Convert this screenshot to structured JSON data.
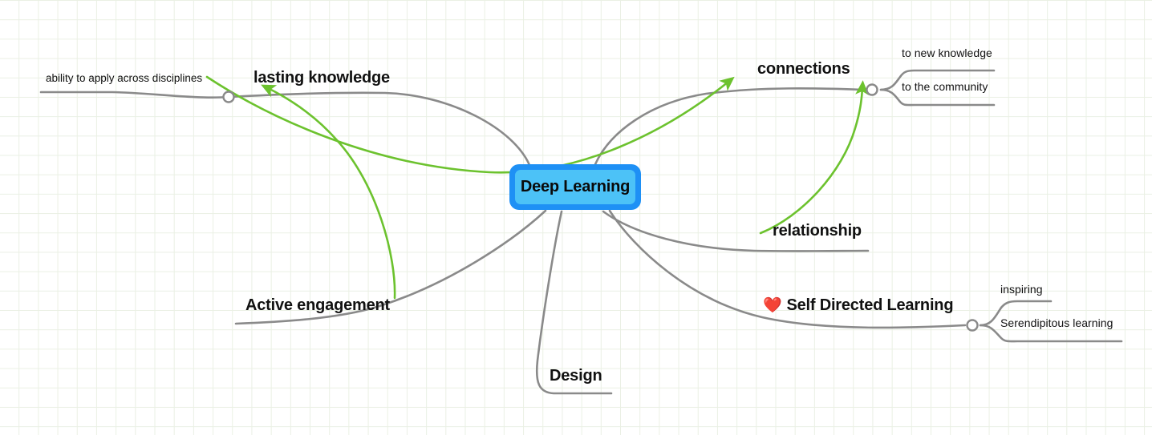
{
  "root": {
    "label": "Deep Learning",
    "fill_color": "#4cc2f7",
    "border_color": "#1e90f5"
  },
  "canvas": {
    "grid_color": "#eaf0e4",
    "background_color": "#ffffff",
    "branch_color": "#8a8a8a",
    "arrow_color": "#6cc22e"
  },
  "branches": [
    {
      "id": "lasting-knowledge",
      "label": "lasting knowledge",
      "children": [
        {
          "id": "ability-to-apply",
          "label": "ability to apply across disciplines"
        }
      ]
    },
    {
      "id": "connections",
      "label": "connections",
      "children": [
        {
          "id": "to-new-knowledge",
          "label": "to new knowledge"
        },
        {
          "id": "to-the-community",
          "label": "to the community"
        }
      ]
    },
    {
      "id": "active-engagement",
      "label": "Active engagement",
      "children": []
    },
    {
      "id": "self-directed-learning",
      "label": "Self Directed Learning",
      "emoji": "❤️",
      "children": [
        {
          "id": "inspiring",
          "label": "inspiring"
        },
        {
          "id": "serendipitous-learning",
          "label": "Serendipitous learning"
        }
      ]
    },
    {
      "id": "design",
      "label": "Design",
      "children": []
    }
  ],
  "relations": [
    {
      "id": "relationship",
      "label": "relationship"
    }
  ]
}
